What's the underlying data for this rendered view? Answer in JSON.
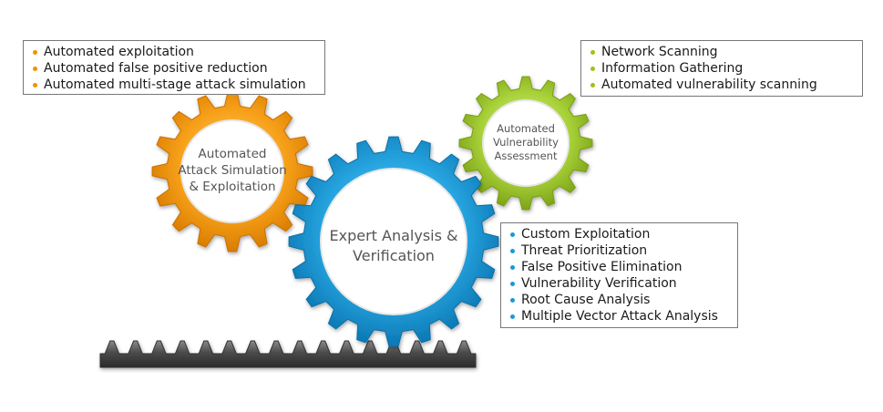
{
  "gears": {
    "orange": {
      "label": "Automated Attack Simulation & Exploitation",
      "color": "#f39200"
    },
    "green": {
      "label": "Automated Vulnerability Assessment",
      "color": "#9bc31c"
    },
    "blue": {
      "label": "Expert Analysis & Verification",
      "color": "#1a9ad6"
    }
  },
  "lists": {
    "orange": [
      "Automated exploitation",
      "Automated false positive reduction",
      "Automated multi-stage attack simulation"
    ],
    "green": [
      "Network Scanning",
      "Information Gathering",
      "Automated vulnerability scanning"
    ],
    "blue": [
      "Custom Exploitation",
      "Threat Prioritization",
      "False Positive Elimination",
      "Vulnerability Verification",
      "Root Cause Analysis",
      "Multiple Vector Attack Analysis"
    ]
  }
}
